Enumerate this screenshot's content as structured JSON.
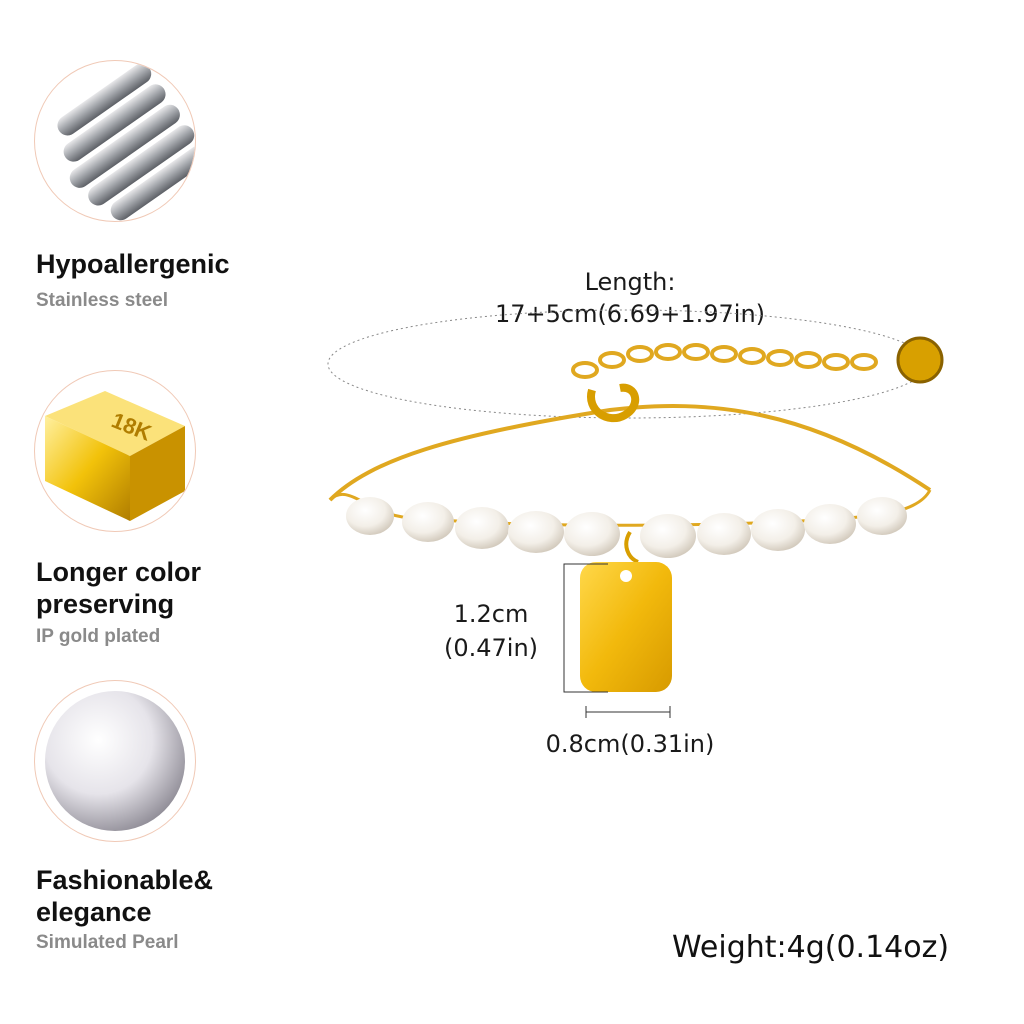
{
  "features": [
    {
      "title": "Hypoallergenic",
      "subtitle": "Stainless steel",
      "icon": "steel-rods-icon"
    },
    {
      "title": "Longer color preserving",
      "subtitle": "IP gold plated",
      "icon": "gold-bar-icon",
      "badge": "18K"
    },
    {
      "title": "Fashionable& elegance",
      "subtitle": "Simulated Pearl",
      "icon": "pearl-icon"
    }
  ],
  "dimensions": {
    "length_label": "Length:",
    "length_value": "17+5cm(6.69+1.97in)",
    "height_cm": "1.2cm",
    "height_in": "(0.47in)",
    "width": "0.8cm(0.31in)"
  },
  "weight": "Weight:4g(0.14oz)",
  "colors": {
    "gold": "#e6b422",
    "pearl": "#f3efe8",
    "ring": "#f0c9b6",
    "subtitle": "#8a8a8a"
  }
}
